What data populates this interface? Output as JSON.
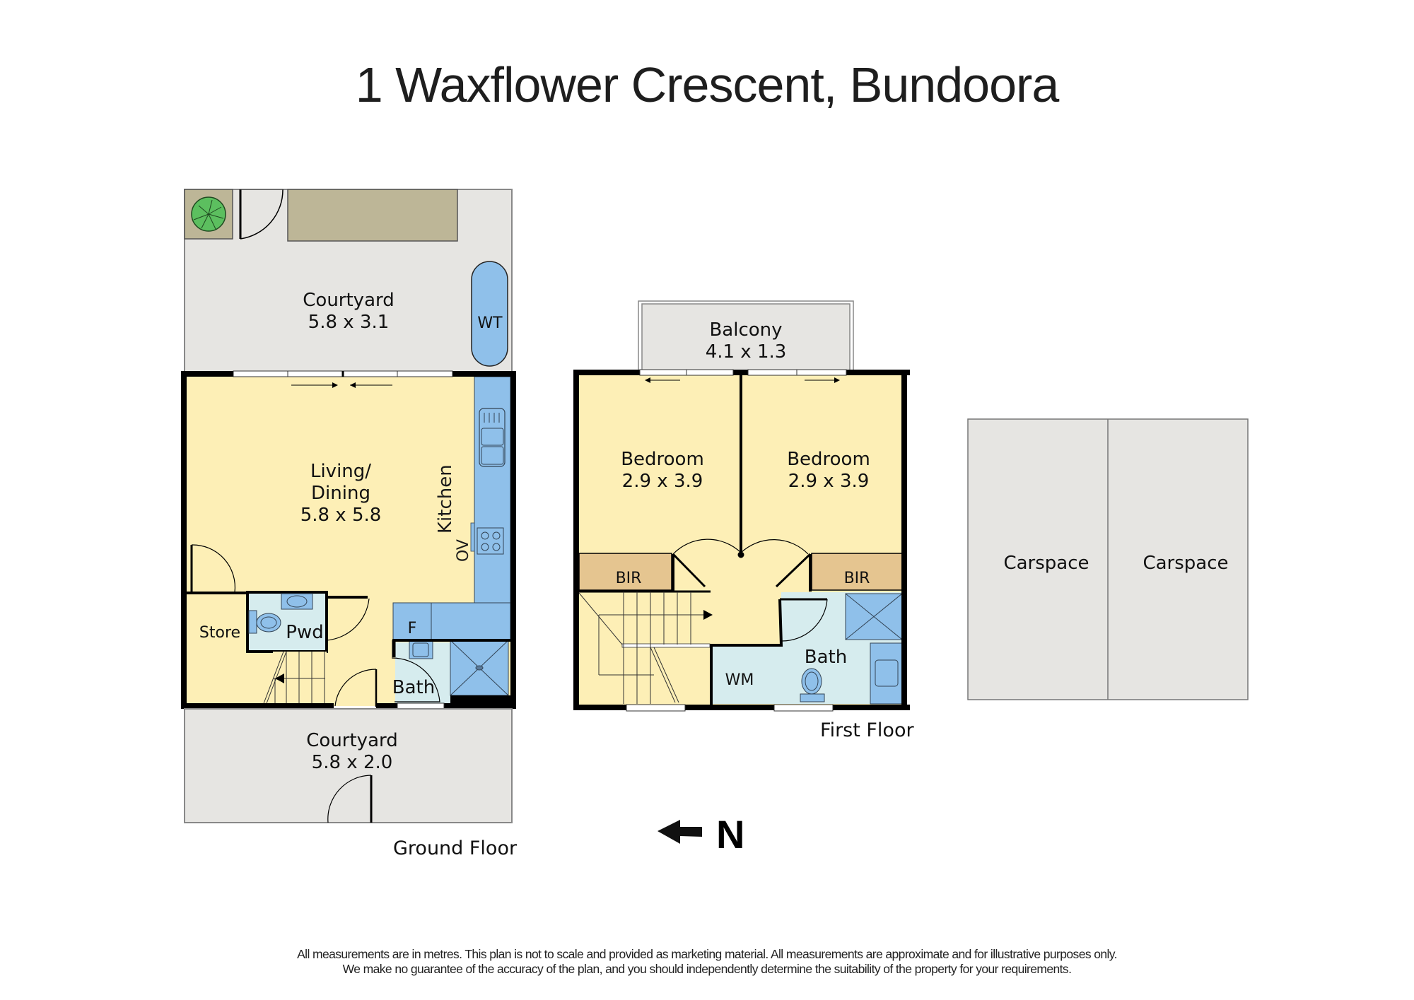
{
  "title": "1 Waxflower Crescent, Bundoora",
  "colors": {
    "living": "#fdefb6",
    "wet_area": "#d6ecee",
    "fixture_blue": "#8fc0ea",
    "robe": "#e5c590",
    "outdoor": "#e6e5e2",
    "planter": "#bdb697",
    "tree": "#5cbf5f",
    "wall": "#000000"
  },
  "ground_floor": {
    "label": "Ground Floor",
    "rooms": {
      "courtyard_rear": {
        "name": "Courtyard",
        "dims": "5.8 x 3.1"
      },
      "water_tank": {
        "name": "WT"
      },
      "living_dining": {
        "name_line1": "Living/",
        "name_line2": "Dining",
        "dims": "5.8 x 5.8"
      },
      "kitchen": {
        "name": "Kitchen"
      },
      "oven": {
        "name": "OV"
      },
      "fridge": {
        "name": "F"
      },
      "store": {
        "name": "Store"
      },
      "powder": {
        "name": "Pwd"
      },
      "bath": {
        "name": "Bath"
      },
      "courtyard_front": {
        "name": "Courtyard",
        "dims": "5.8 x 2.0"
      }
    }
  },
  "first_floor": {
    "label": "First Floor",
    "rooms": {
      "balcony": {
        "name": "Balcony",
        "dims": "4.1 x 1.3"
      },
      "bedroom_1": {
        "name": "Bedroom",
        "dims": "2.9 x 3.9"
      },
      "bedroom_2": {
        "name": "Bedroom",
        "dims": "2.9 x 3.9"
      },
      "bir_1": {
        "name": "BIR"
      },
      "bir_2": {
        "name": "BIR"
      },
      "bath": {
        "name": "Bath"
      },
      "washing_machine": {
        "name": "WM"
      }
    }
  },
  "carspaces": [
    {
      "name": "Carspace"
    },
    {
      "name": "Carspace"
    }
  ],
  "compass": {
    "icon": "north-arrow-icon",
    "letter": "N",
    "direction": "left"
  },
  "disclaimer": {
    "line1": "All measurements are in metres. This plan is not to scale and provided as marketing material. All measurements are approximate and for illustrative purposes only.",
    "line2": "We make no guarantee of the accuracy of the plan, and you should independently determine the suitability of the property for your requirements."
  }
}
